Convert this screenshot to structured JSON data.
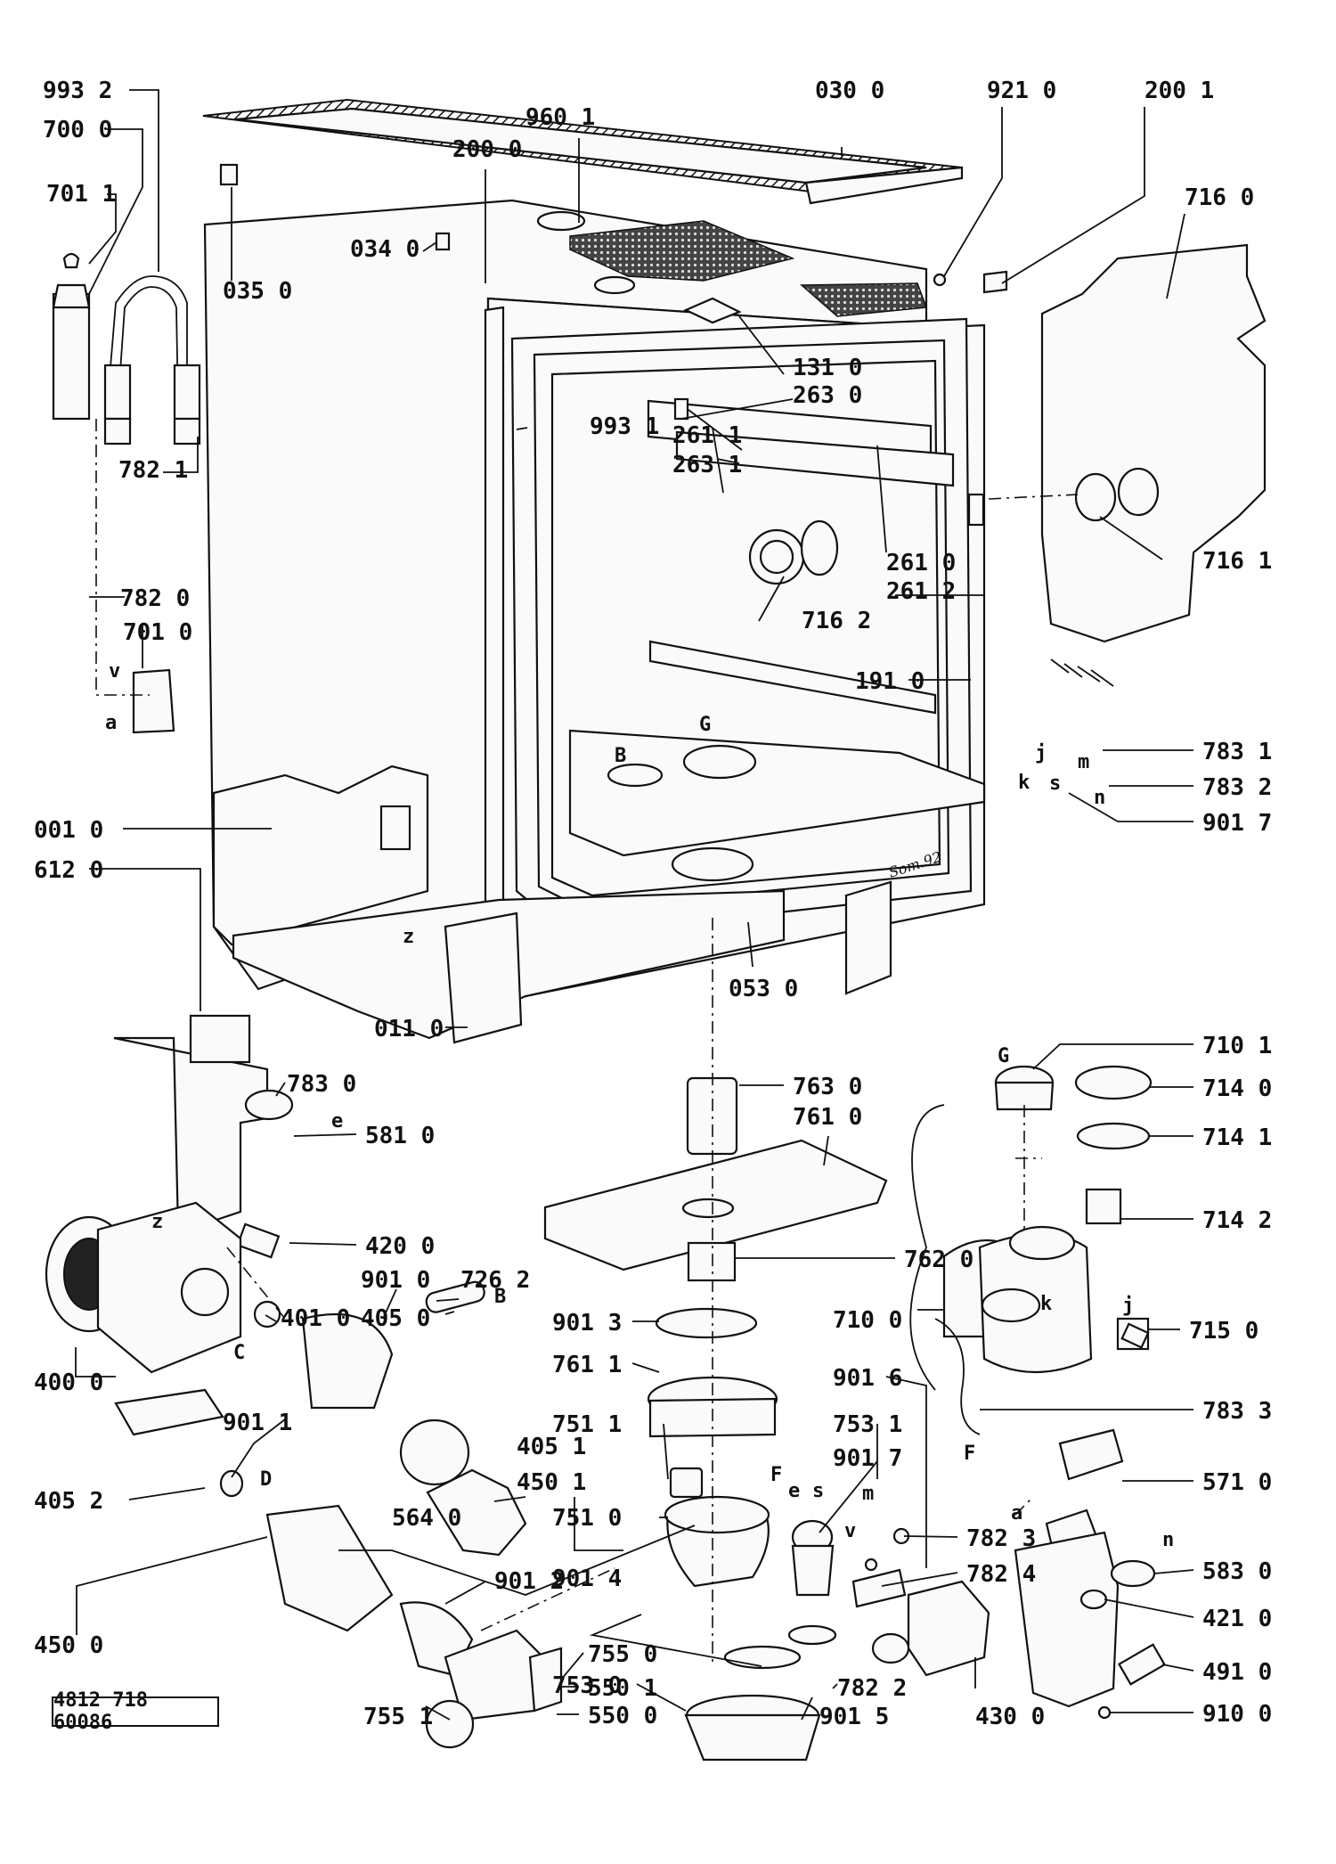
{
  "catalog_number": "4812 718 60086",
  "signature": "Som.92",
  "callouts": [
    {
      "id": "c9932",
      "text": "993 2"
    },
    {
      "id": "c7000",
      "text": "700 0"
    },
    {
      "id": "c7011",
      "text": "701 1"
    },
    {
      "id": "c0300",
      "text": "030 0"
    },
    {
      "id": "c9601",
      "text": "960 1"
    },
    {
      "id": "c9210",
      "text": "921 0"
    },
    {
      "id": "c2001",
      "text": "200 1"
    },
    {
      "id": "c2000",
      "text": "200 0"
    },
    {
      "id": "c7160",
      "text": "716 0"
    },
    {
      "id": "c0340",
      "text": "034 0"
    },
    {
      "id": "c0350",
      "text": "035 0"
    },
    {
      "id": "c1310",
      "text": "131 0"
    },
    {
      "id": "c2630",
      "text": "263 0"
    },
    {
      "id": "c9931",
      "text": "993 1"
    },
    {
      "id": "c2611",
      "text": "261 1"
    },
    {
      "id": "c2631",
      "text": "263 1"
    },
    {
      "id": "c7821",
      "text": "782 1"
    },
    {
      "id": "c2610",
      "text": "261 0"
    },
    {
      "id": "c2612",
      "text": "261 2"
    },
    {
      "id": "c7161",
      "text": "716 1"
    },
    {
      "id": "c7162",
      "text": "716 2"
    },
    {
      "id": "c7820",
      "text": "782 0"
    },
    {
      "id": "c7010",
      "text": "701 0"
    },
    {
      "id": "c1910",
      "text": "191 0"
    },
    {
      "id": "c7831",
      "text": "783 1"
    },
    {
      "id": "c7832",
      "text": "783 2"
    },
    {
      "id": "c9017a",
      "text": "901 7"
    },
    {
      "id": "c0010",
      "text": "001 0"
    },
    {
      "id": "c6120",
      "text": "612 0"
    },
    {
      "id": "c0530",
      "text": "053 0"
    },
    {
      "id": "c0110",
      "text": "011 0"
    },
    {
      "id": "c7101",
      "text": "710 1"
    },
    {
      "id": "c7140",
      "text": "714 0"
    },
    {
      "id": "c7141",
      "text": "714 1"
    },
    {
      "id": "c7630",
      "text": "763 0"
    },
    {
      "id": "c7610",
      "text": "761 0"
    },
    {
      "id": "c7830",
      "text": "783 0"
    },
    {
      "id": "c5810",
      "text": "581 0"
    },
    {
      "id": "c7142",
      "text": "714 2"
    },
    {
      "id": "c4200",
      "text": "420 0"
    },
    {
      "id": "c7620",
      "text": "762 0"
    },
    {
      "id": "c9010",
      "text": "901 0"
    },
    {
      "id": "c7262",
      "text": "726 2"
    },
    {
      "id": "c4010",
      "text": "401 0"
    },
    {
      "id": "c4050",
      "text": "405 0"
    },
    {
      "id": "c9013",
      "text": "901 3"
    },
    {
      "id": "c7100",
      "text": "710 0"
    },
    {
      "id": "c7150",
      "text": "715 0"
    },
    {
      "id": "c4000",
      "text": "400 0"
    },
    {
      "id": "c7611",
      "text": "761 1"
    },
    {
      "id": "c9016",
      "text": "901 6"
    },
    {
      "id": "c7833",
      "text": "783 3"
    },
    {
      "id": "c9011",
      "text": "901 1"
    },
    {
      "id": "c7511",
      "text": "751 1"
    },
    {
      "id": "c7531",
      "text": "753 1"
    },
    {
      "id": "c4051",
      "text": "405 1"
    },
    {
      "id": "c9017b",
      "text": "901 7"
    },
    {
      "id": "c4501",
      "text": "450 1"
    },
    {
      "id": "c5710",
      "text": "571 0"
    },
    {
      "id": "c4052",
      "text": "405 2"
    },
    {
      "id": "c5640",
      "text": "564 0"
    },
    {
      "id": "c7510",
      "text": "751 0"
    },
    {
      "id": "c7823",
      "text": "782 3"
    },
    {
      "id": "c5830",
      "text": "583 0"
    },
    {
      "id": "c9012",
      "text": "901 2"
    },
    {
      "id": "c9014",
      "text": "901 4"
    },
    {
      "id": "c7824",
      "text": "782 4"
    },
    {
      "id": "c4210",
      "text": "421 0"
    },
    {
      "id": "c4500",
      "text": "450 0"
    },
    {
      "id": "c7550",
      "text": "755 0"
    },
    {
      "id": "c7530",
      "text": "753 0"
    },
    {
      "id": "c7822",
      "text": "782 2"
    },
    {
      "id": "c4300",
      "text": "430 0"
    },
    {
      "id": "c4910",
      "text": "491 0"
    },
    {
      "id": "c5501",
      "text": "550 1"
    },
    {
      "id": "c7551",
      "text": "755 1"
    },
    {
      "id": "c5500",
      "text": "550 0"
    },
    {
      "id": "c9015",
      "text": "901 5"
    },
    {
      "id": "c9100",
      "text": "910 0"
    }
  ],
  "letters": [
    {
      "id": "lv1",
      "text": "v"
    },
    {
      "id": "la1",
      "text": "a"
    },
    {
      "id": "lB1",
      "text": "B"
    },
    {
      "id": "lG1",
      "text": "G"
    },
    {
      "id": "lj1",
      "text": "j"
    },
    {
      "id": "lk1",
      "text": "k"
    },
    {
      "id": "ls1",
      "text": "s"
    },
    {
      "id": "lm1",
      "text": "m"
    },
    {
      "id": "ln1",
      "text": "n"
    },
    {
      "id": "lz1",
      "text": "z"
    },
    {
      "id": "le1",
      "text": "e"
    },
    {
      "id": "lG2",
      "text": "G"
    },
    {
      "id": "lz2",
      "text": "z"
    },
    {
      "id": "lB2",
      "text": "B"
    },
    {
      "id": "lk2",
      "text": "k"
    },
    {
      "id": "lj2",
      "text": "j"
    },
    {
      "id": "lC1",
      "text": "C"
    },
    {
      "id": "lF1",
      "text": "F"
    },
    {
      "id": "lD1",
      "text": "D"
    },
    {
      "id": "le2",
      "text": "e"
    },
    {
      "id": "ls2",
      "text": "s"
    },
    {
      "id": "lm2",
      "text": "m"
    },
    {
      "id": "lF2",
      "text": "F"
    },
    {
      "id": "lv2",
      "text": "v"
    },
    {
      "id": "la2",
      "text": "a"
    },
    {
      "id": "ln2",
      "text": "n"
    }
  ]
}
